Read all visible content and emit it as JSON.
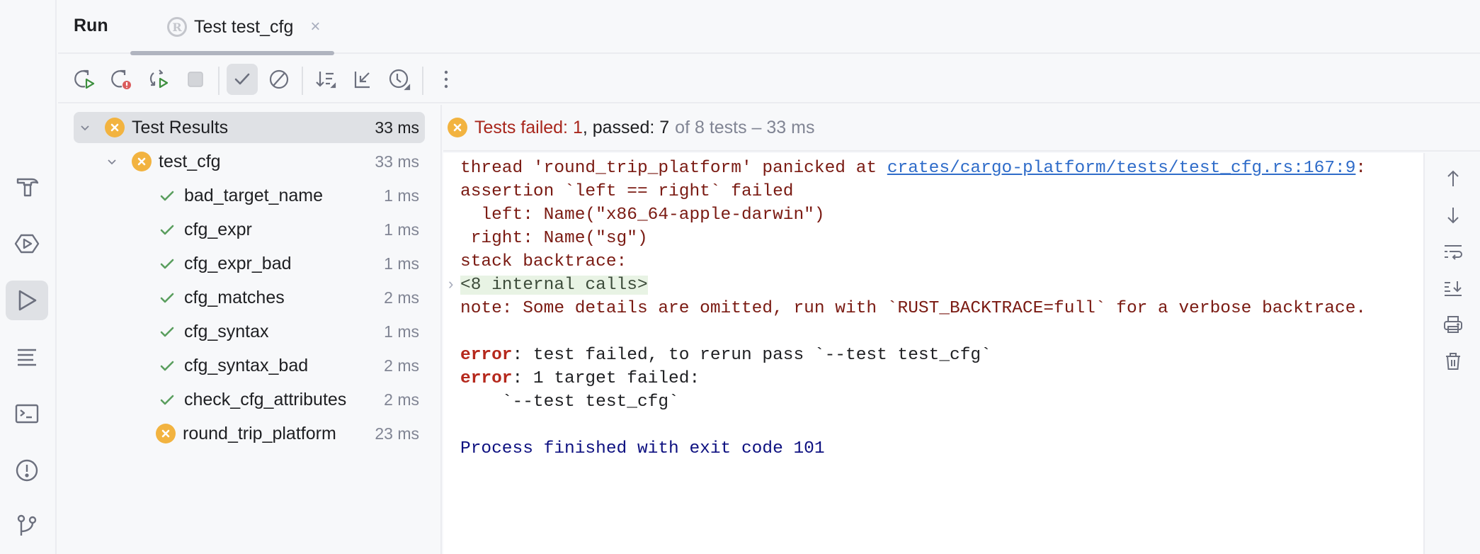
{
  "header": {
    "title": "Run",
    "tab": {
      "label": "Test test_cfg",
      "icon": "rust-icon",
      "close_glyph": "×"
    }
  },
  "sidebar": {
    "items": [
      {
        "name": "build",
        "icon": "hammer-icon"
      },
      {
        "name": "services",
        "icon": "services-icon"
      },
      {
        "name": "run",
        "icon": "run-icon",
        "active": true
      },
      {
        "name": "structure",
        "icon": "structure-icon"
      },
      {
        "name": "terminal",
        "icon": "terminal-icon"
      },
      {
        "name": "problems",
        "icon": "problems-icon"
      },
      {
        "name": "git",
        "icon": "git-icon"
      }
    ]
  },
  "toolbar": {
    "buttons": [
      {
        "name": "rerun",
        "icon": "rerun-icon"
      },
      {
        "name": "rerun-failed",
        "icon": "rerun-failed-icon"
      },
      {
        "name": "toggle-auto-test",
        "icon": "auto-rerun-icon"
      },
      {
        "name": "stop",
        "icon": "stop-icon",
        "disabled": true
      },
      {
        "name": "show-passed",
        "icon": "check-icon",
        "active": true
      },
      {
        "name": "show-ignored",
        "icon": "ignored-icon"
      },
      {
        "name": "sort",
        "icon": "sort-icon"
      },
      {
        "name": "collapse",
        "icon": "collapse-icon"
      },
      {
        "name": "test-history",
        "icon": "history-icon"
      },
      {
        "name": "more",
        "icon": "more-vertical-icon"
      }
    ]
  },
  "tree": {
    "root": {
      "label": "Test Results",
      "time": "33 ms",
      "status": "failed"
    },
    "suite": {
      "label": "test_cfg",
      "time": "33 ms",
      "status": "failed"
    },
    "tests": [
      {
        "label": "bad_target_name",
        "time": "1 ms",
        "status": "passed"
      },
      {
        "label": "cfg_expr",
        "time": "1 ms",
        "status": "passed"
      },
      {
        "label": "cfg_expr_bad",
        "time": "1 ms",
        "status": "passed"
      },
      {
        "label": "cfg_matches",
        "time": "2 ms",
        "status": "passed"
      },
      {
        "label": "cfg_syntax",
        "time": "1 ms",
        "status": "passed"
      },
      {
        "label": "cfg_syntax_bad",
        "time": "2 ms",
        "status": "passed"
      },
      {
        "label": "check_cfg_attributes",
        "time": "2 ms",
        "status": "passed"
      },
      {
        "label": "round_trip_platform",
        "time": "23 ms",
        "status": "failed"
      }
    ]
  },
  "summary": {
    "failed_text": "Tests failed: 1",
    "passed_text": ", passed: 7",
    "meta_text": "of 8 tests – 33 ms"
  },
  "console": {
    "line1_prefix": "thread 'round_trip_platform' panicked at ",
    "line1_link": "crates/cargo-platform/tests/test_cfg.rs:167:9",
    "line1_suffix": ":",
    "line2": "assertion `left == right` failed",
    "line3": "  left: Name(\"x86_64-apple-darwin\")",
    "line4": " right: Name(\"sg\")",
    "line5": "stack backtrace:",
    "fold": "<8 internal calls>",
    "fold_arrow": "›",
    "line7": "note: Some details are omitted, run with `RUST_BACKTRACE=full` for a verbose backtrace.",
    "err1_keyword": "error",
    "err1_text": ": test failed, to rerun pass `--test test_cfg`",
    "err2_keyword": "error",
    "err2_text": ": 1 target failed:",
    "err3_text": "    `--test test_cfg`",
    "exit": "Process finished with exit code 101"
  },
  "side_actions": [
    {
      "name": "up-stack-trace",
      "icon": "arrow-up-icon"
    },
    {
      "name": "down-stack-trace",
      "icon": "arrow-down-icon"
    },
    {
      "name": "soft-wrap",
      "icon": "soft-wrap-icon"
    },
    {
      "name": "scroll-to-end",
      "icon": "scroll-to-end-icon"
    },
    {
      "name": "print",
      "icon": "print-icon"
    },
    {
      "name": "clear",
      "icon": "trash-icon"
    }
  ],
  "colors": {
    "fail_badge": "#f2b340",
    "pass_check": "#5a9e5e",
    "error_text": "#7a1a12",
    "link": "#2f6cc9",
    "exit_text": "#0d1080"
  }
}
